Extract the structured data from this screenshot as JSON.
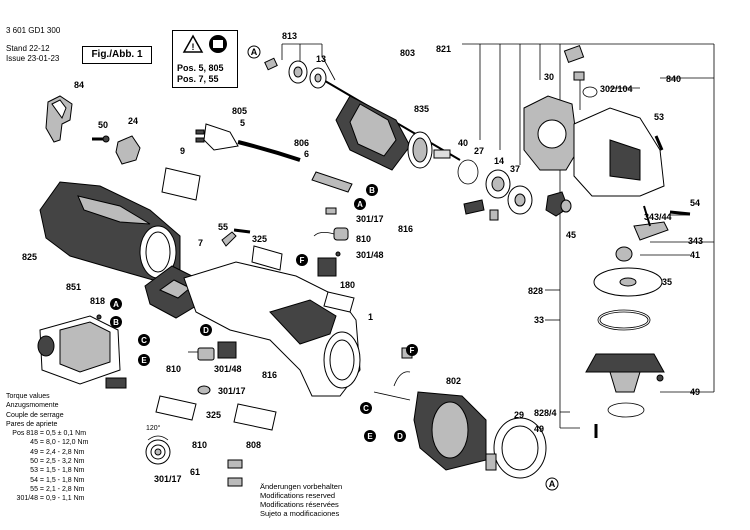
{
  "header": {
    "doc_number": "3 601 GD1 300",
    "stand_label": "Stand",
    "stand_value": "22-12",
    "issue_label": "Issue",
    "issue_value": "23-01-23",
    "figure_label": "Fig./Abb. 1"
  },
  "pos_box": {
    "line1": "Pos. 5, 805",
    "line2": "Pos. 7, 55"
  },
  "torque": {
    "heading": [
      "Torque values",
      "Anzugsmomente",
      "Couple de serrage",
      "Pares de apriete"
    ],
    "rows": [
      {
        "pos": "Pos 818 =",
        "val": "0,5 ± 0,1 Nm"
      },
      {
        "pos": "45 =",
        "val": "8,0 - 12,0 Nm"
      },
      {
        "pos": "49 =",
        "val": "2,4 - 2,8 Nm"
      },
      {
        "pos": "50 =",
        "val": "2,5 - 3,2 Nm"
      },
      {
        "pos": "53 =",
        "val": "1,5 - 1,8 Nm"
      },
      {
        "pos": "54 =",
        "val": "1,5 - 1,8 Nm"
      },
      {
        "pos": "55 =",
        "val": "2,1 - 2,8 Nm"
      },
      {
        "pos": "301/48 =",
        "val": "0,9 - 1,1 Nm"
      }
    ]
  },
  "notes": [
    "Änderungen vorbehalten",
    "Modifications reserved",
    "Modifications réservées",
    "Sujeto a modificaciones"
  ],
  "callouts": {
    "A": "A",
    "B": "B",
    "C": "C",
    "D": "D",
    "E": "E",
    "F": "F"
  },
  "parts": {
    "p84": "84",
    "p50": "50",
    "p24": "24",
    "p9": "9",
    "p825": "825",
    "p851": "851",
    "p818": "818",
    "p813": "813",
    "p13": "13",
    "p803": "803",
    "p835": "835",
    "p805": "805",
    "p5": "5",
    "p806": "806",
    "p6": "6",
    "p55": "55",
    "p7": "7",
    "p325a": "325",
    "p301_17a": "301/17",
    "p810a": "810",
    "p301_48a": "301/48",
    "p816a": "816",
    "p180": "180",
    "p1": "1",
    "p810b": "810",
    "p301_48b": "301/48",
    "p816b": "816",
    "p301_17b": "301/17",
    "p325b": "325",
    "p808": "808",
    "p810c": "810",
    "p301_17c": "301/17",
    "p61": "61",
    "p802": "802",
    "p29": "29",
    "p821": "821",
    "p30": "30",
    "p840": "840",
    "p302_104": "302/104",
    "p40": "40",
    "p27": "27",
    "p14": "14",
    "p37": "37",
    "p53": "53",
    "p45": "45",
    "p343_44": "343/44",
    "p54": "54",
    "p343": "343",
    "p41": "41",
    "p828": "828",
    "p35": "35",
    "p33": "33",
    "p49a": "49",
    "p828_4": "828/4",
    "p49b": "49",
    "angle": "120°"
  }
}
